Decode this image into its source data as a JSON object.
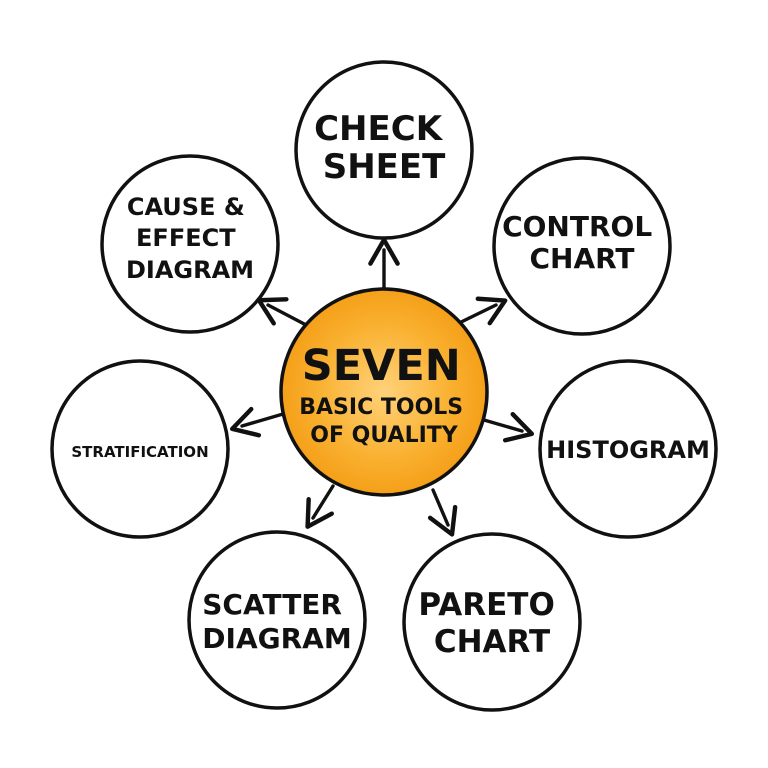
{
  "center": {
    "line1": "SEVEN",
    "line2": "BASIC TOOLS",
    "line3": "OF QUALITY",
    "fill_color": "#f7a21a"
  },
  "nodes": {
    "check_sheet": [
      "CHECK",
      "SHEET"
    ],
    "control_chart": [
      "CONTROL",
      "CHART"
    ],
    "histogram": [
      "HISTOGRAM"
    ],
    "pareto_chart": [
      "PARETO",
      "CHART"
    ],
    "scatter_diagram": [
      "SCATTER",
      "DIAGRAM"
    ],
    "stratification": [
      "STRATIFICATION"
    ],
    "cause_effect": [
      "CAUSE &",
      "EFFECT",
      "DIAGRAM"
    ]
  },
  "colors": {
    "stroke": "#111111",
    "center_fill": "#f7a21a",
    "center_highlight": "#ffd27a",
    "background": "#ffffff"
  }
}
